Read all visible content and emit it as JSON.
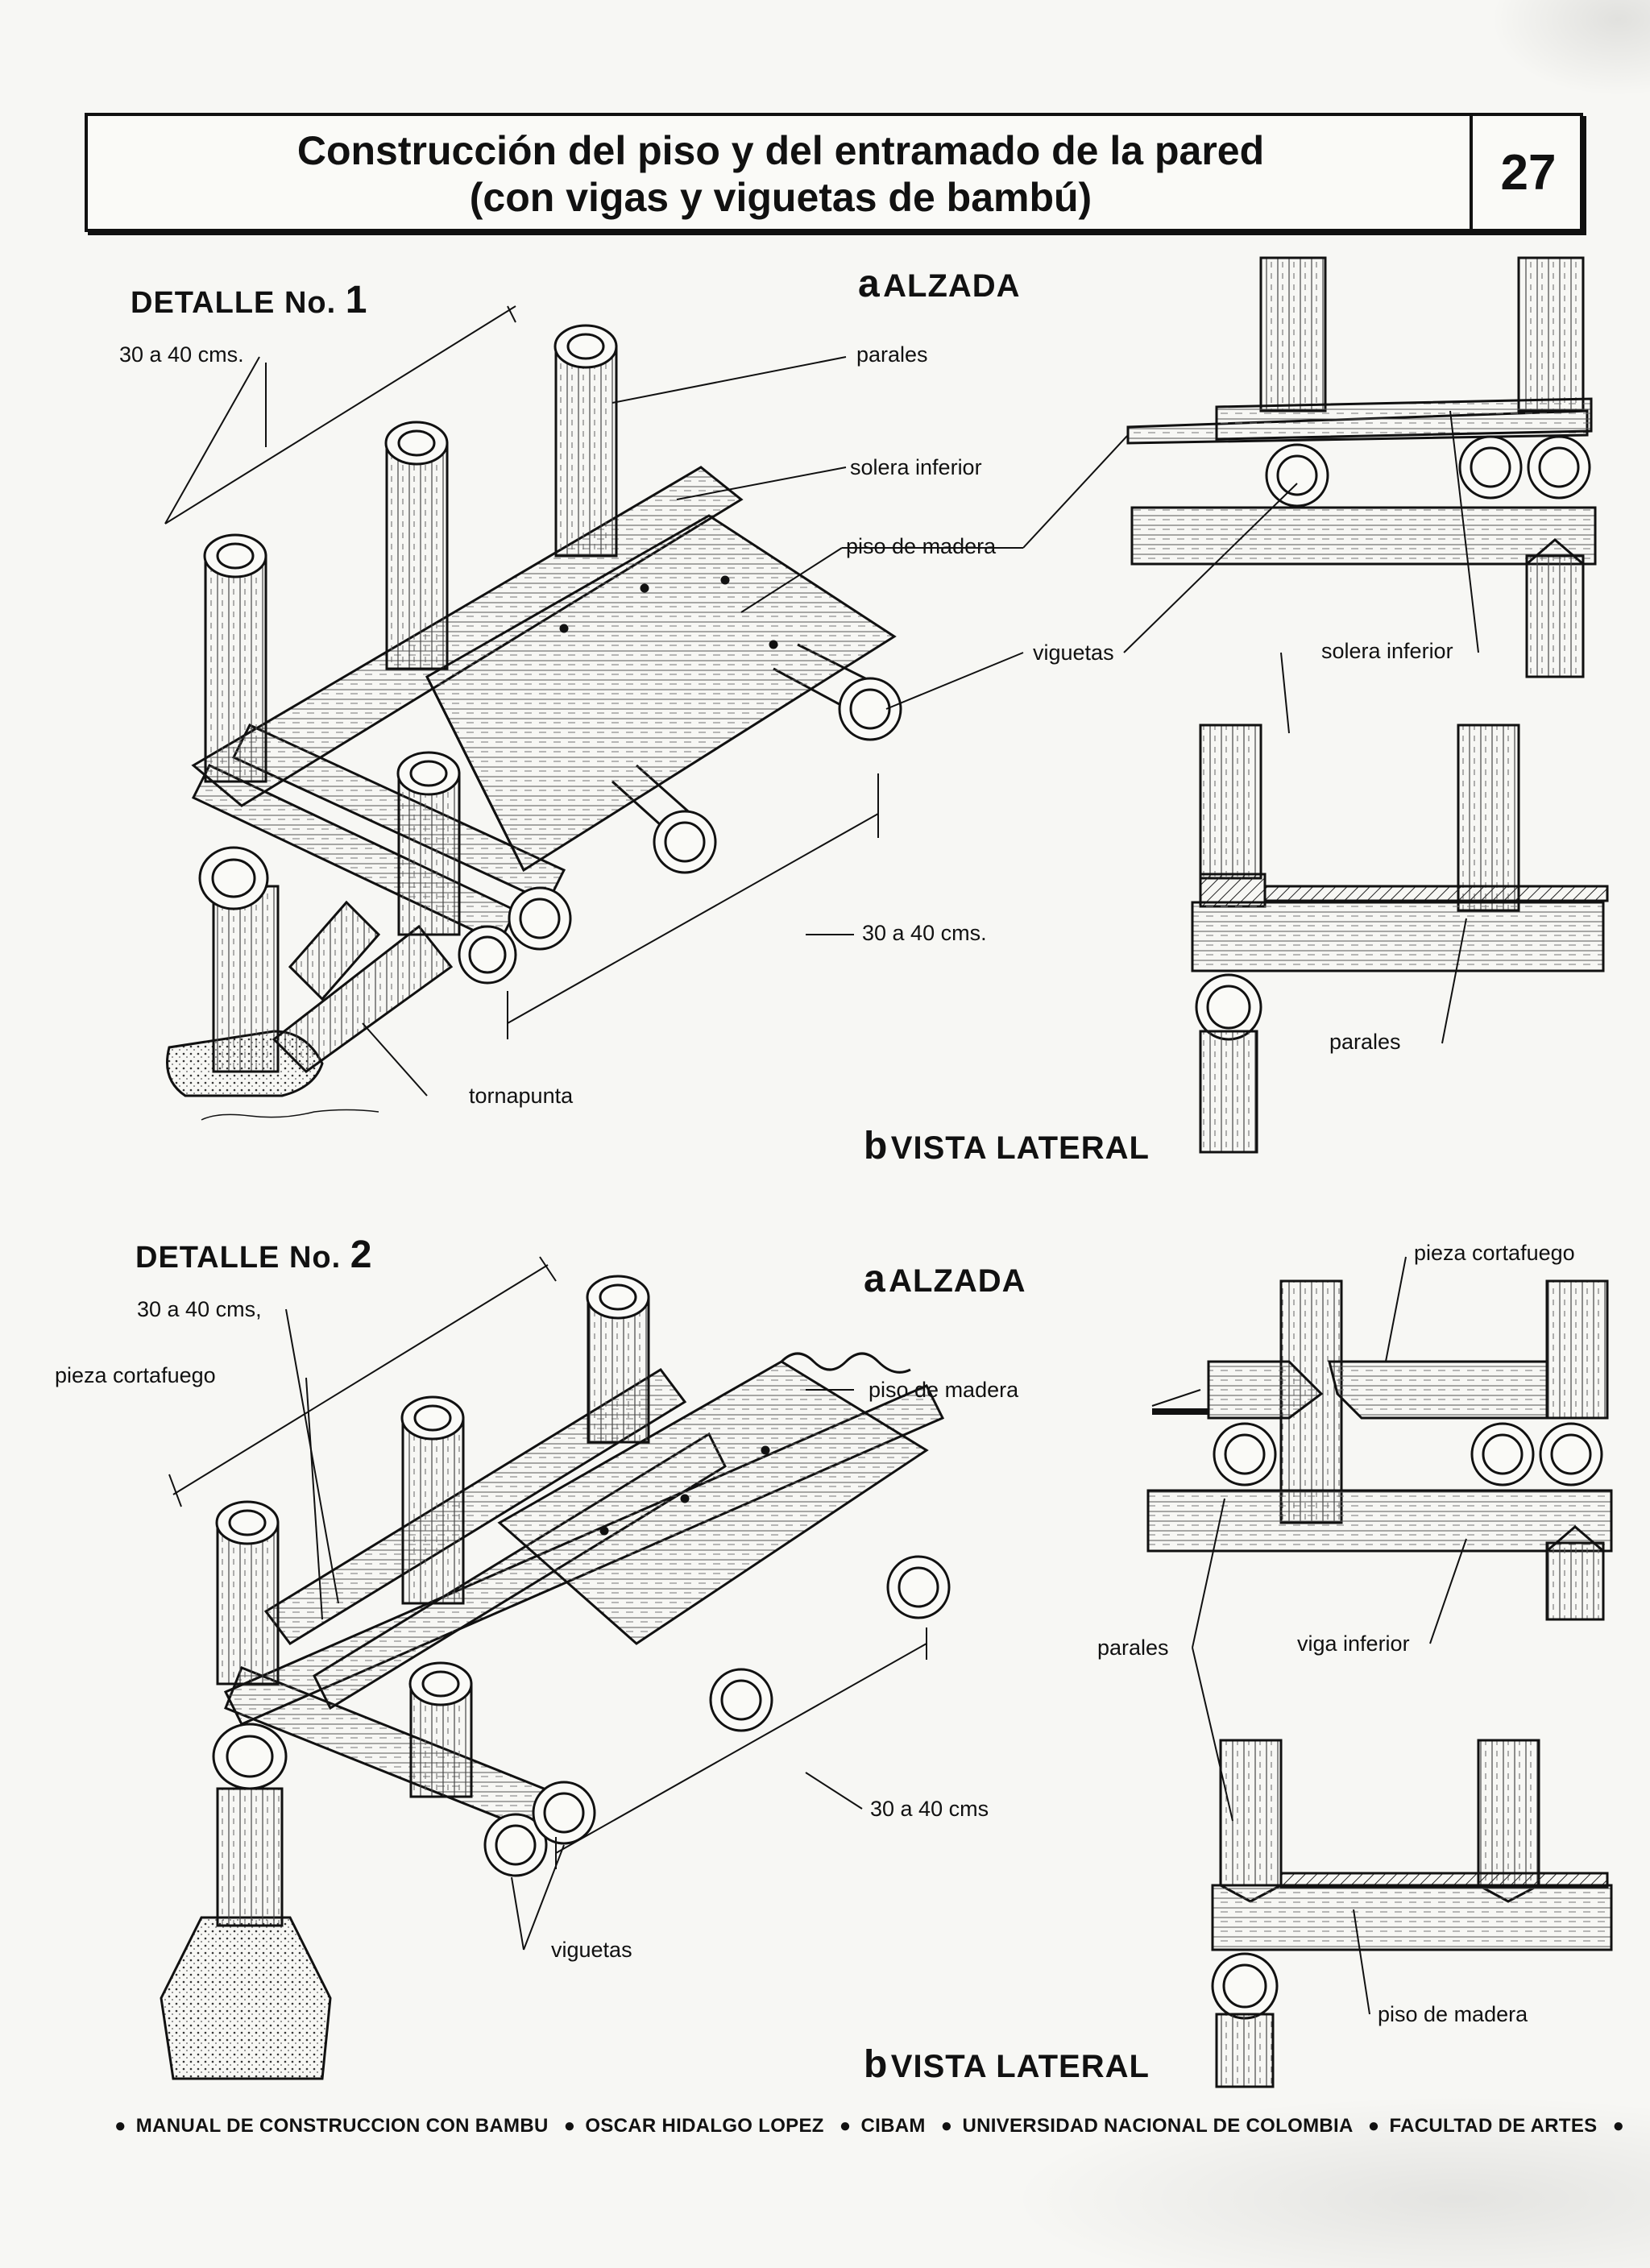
{
  "header": {
    "title_line1": "Construcción del piso y del entramado de la pared",
    "title_line2": "(con vigas y viguetas de bambú)",
    "page_number": "27"
  },
  "detail1": {
    "title": "DETALLE No.",
    "number": "1",
    "label_spacing_top": "30 a 40 cms.",
    "label_paralesleft": "parales",
    "label_solera": "solera inferior",
    "label_piso": "piso de madera",
    "label_viguetas": "viguetas",
    "label_spacing_bottom": "30 a 40 cms.",
    "label_tornapunta": "tornapunta",
    "alzada_letter": "a",
    "alzada_name": "ALZADA",
    "lateral_letter": "b",
    "lateral_name": "VISTA LATERAL",
    "label_solera_right": "solera inferior",
    "label_parales_right": "parales"
  },
  "detail2": {
    "title": "DETALLE No.",
    "number": "2",
    "label_spacing_top": "30 a 40 cms,",
    "label_cortafuego_left": "pieza cortafuego",
    "label_piso": "piso de madera",
    "label_spacing_bottom": "30 a 40 cms",
    "label_viguetas": "viguetas",
    "alzada_letter": "a",
    "alzada_name": "ALZADA",
    "label_cortafuego_right": "pieza cortafuego",
    "label_parales": "parales",
    "label_viga": "viga inferior",
    "label_piso_right": "piso de madera",
    "lateral_letter": "b",
    "lateral_name": "VISTA LATERAL"
  },
  "footer": {
    "items": [
      "MANUAL DE CONSTRUCCION CON BAMBU",
      "OSCAR HIDALGO LOPEZ",
      "CIBAM",
      "UNIVERSIDAD NACIONAL DE COLOMBIA",
      "FACULTAD DE ARTES"
    ]
  }
}
